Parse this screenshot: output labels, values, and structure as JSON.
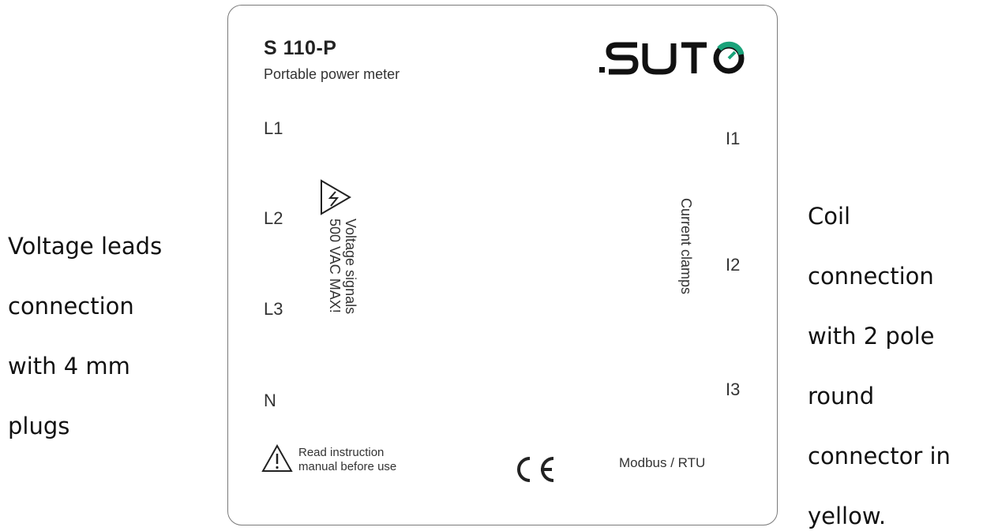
{
  "left_note": "Voltage leads connection with 4 mm plugs",
  "left_note_lines": [
    "Voltage leads",
    "connection",
    "with 4 mm",
    "plugs"
  ],
  "right_note_lines": [
    "Coil",
    "connection",
    "with 2 pole",
    "round",
    "connector in",
    "yellow."
  ],
  "panel": {
    "model": "S 110-P",
    "subtitle": "Portable power meter",
    "brand": ".SUTO",
    "voltage_terminals": [
      "L1",
      "L2",
      "L3",
      "N"
    ],
    "current_terminals": [
      "I1",
      "I2",
      "I3"
    ],
    "voltage_signal_lines": [
      "Voltage signals",
      "500 VAC MAX!"
    ],
    "current_clamps_label": "Current clamps",
    "warning_lines": [
      "Read instruction",
      "manual before use"
    ],
    "ce_mark": "CE",
    "protocol": "Modbus / RTU"
  },
  "colors": {
    "logo_accent": "#1aa37a",
    "text": "#333333",
    "border": "#7a7a7a"
  },
  "icons": [
    "high-voltage-warning-icon",
    "caution-warning-icon",
    "ce-mark-icon",
    "suto-logo"
  ]
}
